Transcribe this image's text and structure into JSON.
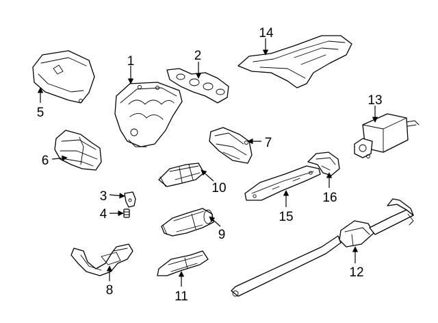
{
  "diagram": {
    "colors": {
      "line": "#000000",
      "background": "#ffffff"
    },
    "callouts": [
      {
        "id": "c1",
        "label": "1"
      },
      {
        "id": "c2",
        "label": "2"
      },
      {
        "id": "c3",
        "label": "3"
      },
      {
        "id": "c4",
        "label": "4"
      },
      {
        "id": "c5",
        "label": "5"
      },
      {
        "id": "c6",
        "label": "6"
      },
      {
        "id": "c7",
        "label": "7"
      },
      {
        "id": "c8",
        "label": "8"
      },
      {
        "id": "c9",
        "label": "9"
      },
      {
        "id": "c10",
        "label": "10"
      },
      {
        "id": "c11",
        "label": "11"
      },
      {
        "id": "c12",
        "label": "12"
      },
      {
        "id": "c13",
        "label": "13"
      },
      {
        "id": "c14",
        "label": "14"
      },
      {
        "id": "c15",
        "label": "15"
      },
      {
        "id": "c16",
        "label": "16"
      }
    ]
  }
}
